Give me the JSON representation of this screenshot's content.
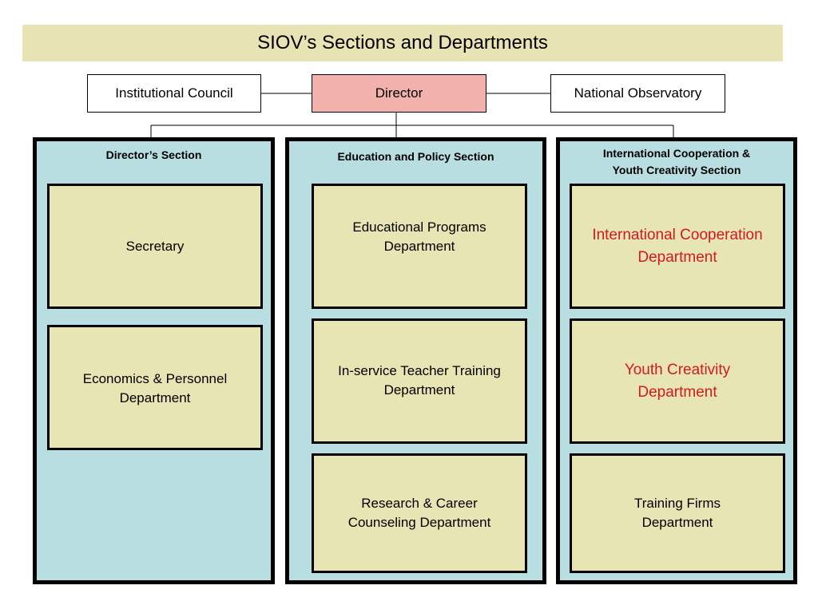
{
  "title": "SIOV’s Sections and Departments",
  "top": {
    "council": "Institutional Council",
    "director": "Director",
    "observatory": "National Observatory"
  },
  "sections": {
    "director": {
      "title": "Director’s Section",
      "depts": [
        {
          "lines": [
            "Secretary"
          ]
        },
        {
          "lines": [
            "Economics & Personnel",
            "Department"
          ]
        }
      ]
    },
    "education": {
      "title": "Education and Policy Section",
      "depts": [
        {
          "lines": [
            "Educational Programs",
            "Department"
          ]
        },
        {
          "lines": [
            "In-service Teacher Training",
            "Department"
          ]
        },
        {
          "lines": [
            "Research & Career",
            "Counseling Department"
          ]
        }
      ]
    },
    "intl": {
      "title_lines": [
        "International Cooperation &",
        "Youth Creativity Section"
      ],
      "depts": [
        {
          "lines": [
            "International Cooperation",
            "Department"
          ]
        },
        {
          "lines": [
            "Youth Creativity",
            "Department"
          ]
        },
        {
          "lines": [
            "Training Firms",
            "Department"
          ]
        }
      ]
    }
  },
  "colors": {
    "title_bg": "#e7e3b5",
    "director_bg": "#f2b1ac",
    "section_bg": "#b9dee2",
    "dept_bg": "#e8e5b5",
    "highlight_text": "#d21a1a"
  }
}
